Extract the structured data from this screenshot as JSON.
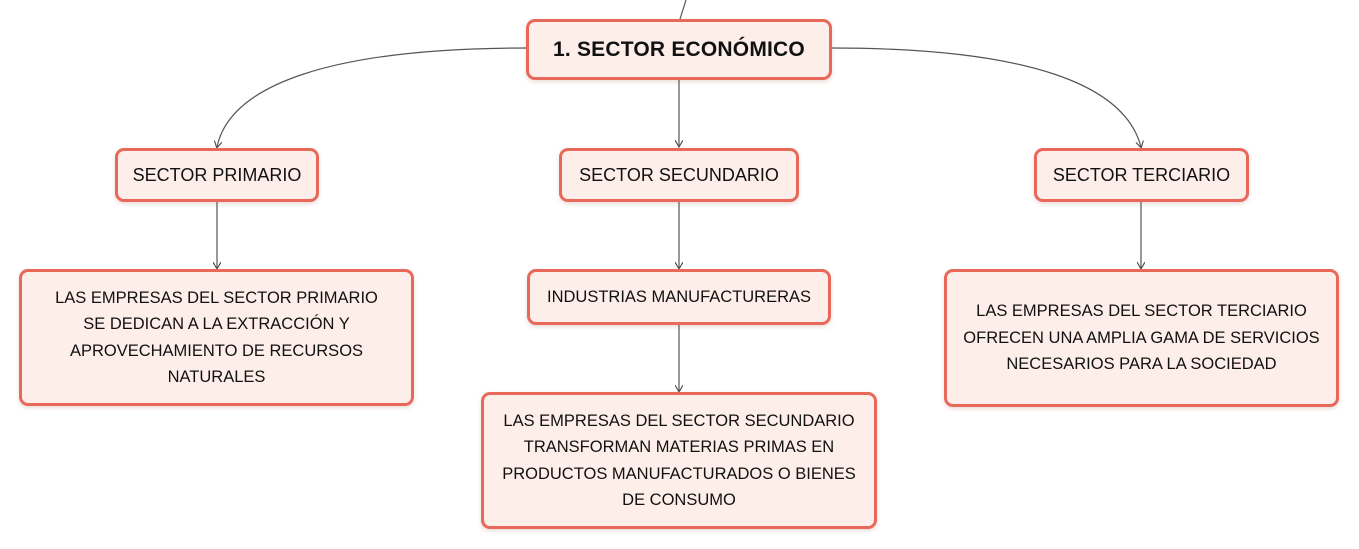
{
  "diagram": {
    "root": {
      "label": "1. SECTOR ECONÓMICO"
    },
    "sectors": [
      {
        "label": "SECTOR PRIMARIO"
      },
      {
        "label": "SECTOR SECUNDARIO"
      },
      {
        "label": "SECTOR TERCIARIO"
      }
    ],
    "primary_description": "LAS EMPRESAS DEL SECTOR PRIMARIO SE DEDICAN A LA EXTRACCIÓN Y APROVECHAMIENTO DE RECURSOS NATURALES",
    "secondary_subtopic": "INDUSTRIAS MANUFACTURERAS",
    "secondary_description": "LAS EMPRESAS DEL SECTOR SECUNDARIO TRANSFORMAN MATERIAS PRIMAS EN PRODUCTOS MANUFACTURADOS O BIENES DE CONSUMO",
    "tertiary_description": "LAS EMPRESAS DEL SECTOR TERCIARIO OFRECEN UNA AMPLIA GAMA DE SERVICIOS NECESARIOS PARA LA SOCIEDAD"
  },
  "colors": {
    "node_fill": "#fdeeea",
    "node_border": "#e8685a",
    "connector": "#555555"
  }
}
